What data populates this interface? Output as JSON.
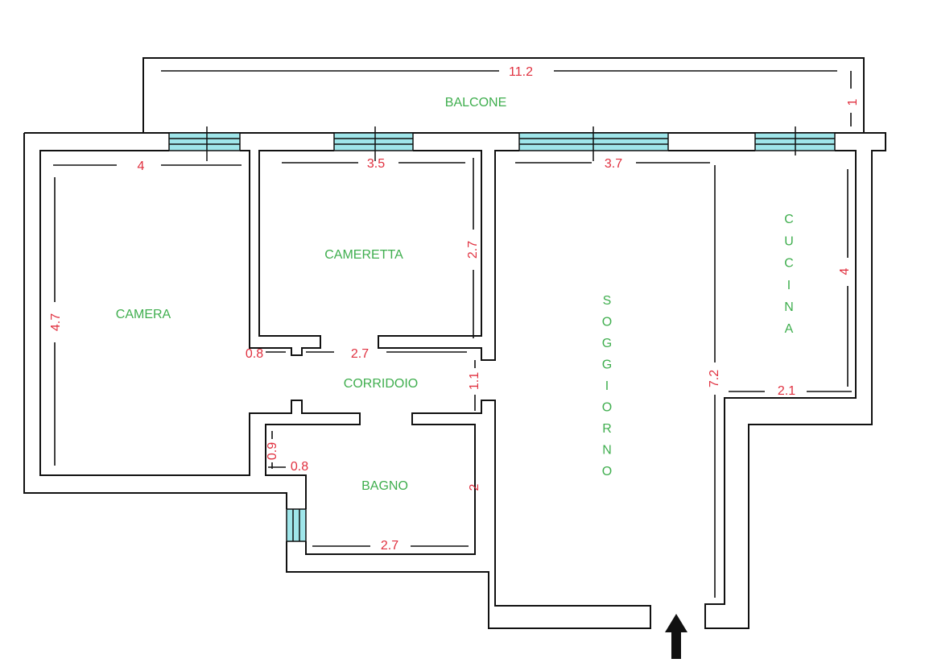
{
  "plan": {
    "rooms": {
      "balcone": "BALCONE",
      "cameretta": "CAMERETTA",
      "camera": "CAMERA",
      "corridoio": "CORRIDOIO",
      "bagno": "BAGNO",
      "soggiorno": "SOGGIORNO",
      "cucina": "CUCINA"
    },
    "dimensions": {
      "balcone_length": "11.2",
      "balcone_depth": "1",
      "camera_width": "4",
      "camera_length": "4.7",
      "cameretta_width": "3.5",
      "cameretta_length": "2.7",
      "soggiorno_width": "3.7",
      "soggiorno_length": "7.2",
      "corridoio_niche": "0.8",
      "corridoio_length": "2.7",
      "corridoio_width": "1.1",
      "bagno_niche_depth": "0.9",
      "bagno_niche_width": "0.8",
      "bagno_length": "2",
      "bagno_width": "2.7",
      "cucina_length": "4",
      "cucina_width": "2.1"
    },
    "colors": {
      "room_label": "#3fae4e",
      "dimension": "#e0303f",
      "window": "#9fe6ea"
    },
    "entrance_icon": "up-arrow"
  }
}
